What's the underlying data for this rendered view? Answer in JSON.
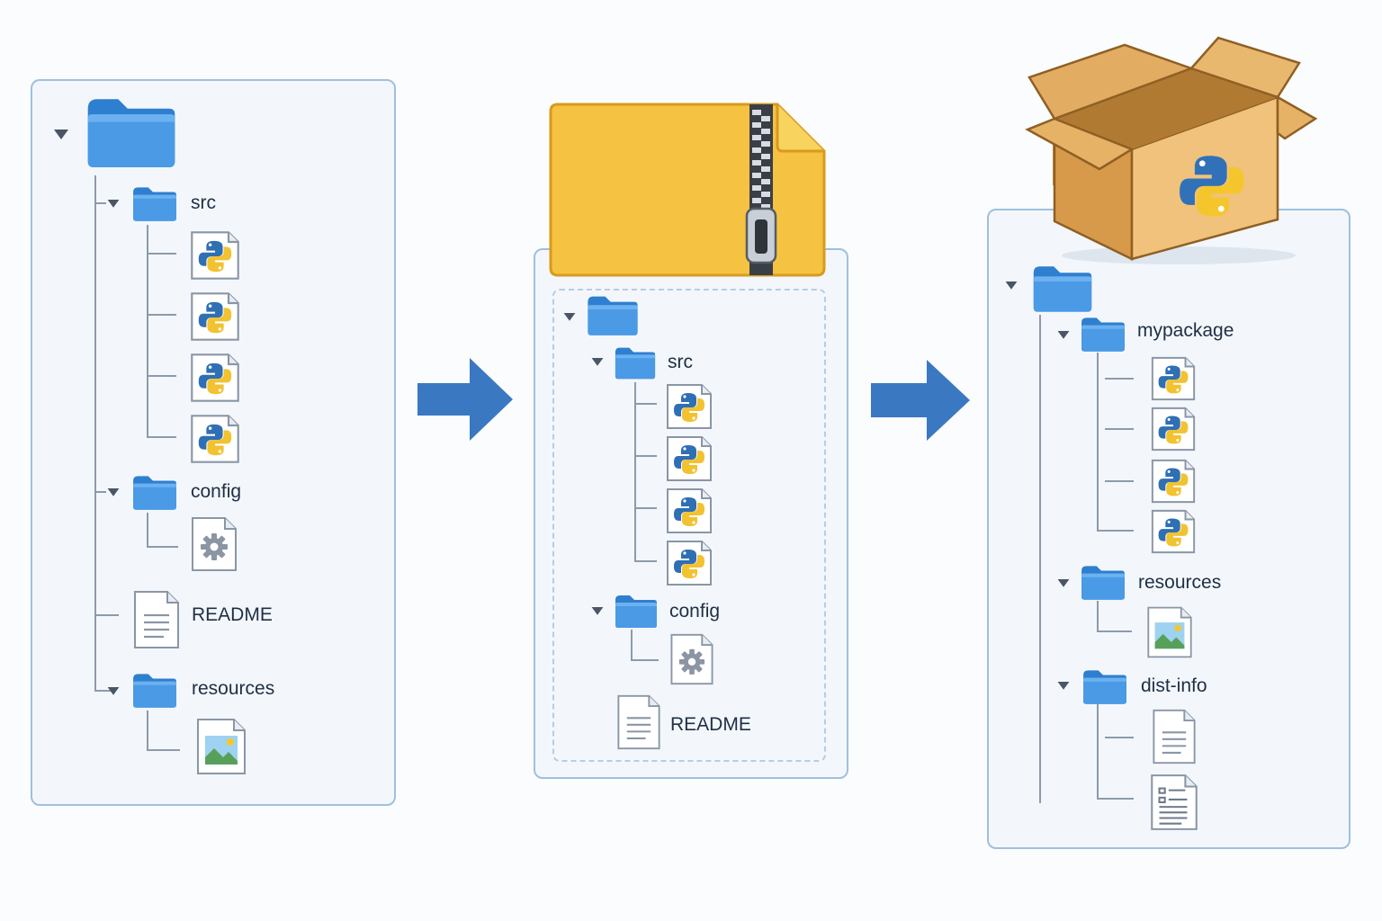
{
  "source_tree": {
    "folders": {
      "src": "src",
      "config": "config",
      "readme": "README",
      "resources": "resources"
    }
  },
  "archive_tree": {
    "folders": {
      "src": "src",
      "config": "config",
      "readme": "README"
    }
  },
  "package_tree": {
    "folders": {
      "mypackage": "mypackage",
      "resources": "resources",
      "dist_info": "dist-info"
    }
  },
  "colors": {
    "folder_blue": "#3d8fdc",
    "arrow_blue": "#3a78c2",
    "archive_yellow": "#f5c242",
    "box_tan": "#d9a459",
    "panel_border": "#9fc0dc"
  },
  "icons": [
    "folder-icon",
    "python-file-icon",
    "config-file-icon",
    "text-file-icon",
    "image-file-icon",
    "zip-archive-icon",
    "package-box-icon",
    "arrow-right-icon"
  ]
}
